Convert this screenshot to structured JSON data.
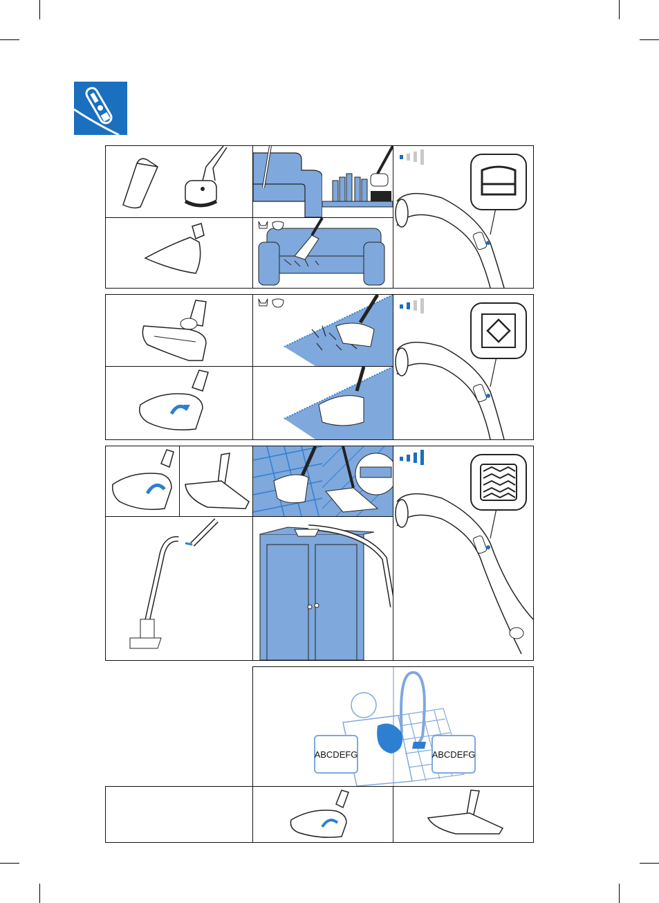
{
  "labels": {
    "left_card": "ABCDEFG",
    "right_card": "ABCDEFG"
  },
  "icons": {
    "header": "vacuum-handle-icon",
    "sofa": "armchair-icon",
    "rug": "rug-icon",
    "floor": "parquet-floor-icon",
    "pets": "cat-dog-icon"
  },
  "suction_levels": {
    "upholstery": 1,
    "carpet": 2,
    "hard_floor": 4,
    "max": 4
  },
  "colors": {
    "brand_blue": "#1a6fbf",
    "fill_blue": "#7fa8dc",
    "accent_blue": "#2d7fd1",
    "light_gray": "#c8c8c8",
    "line": "#222222"
  }
}
